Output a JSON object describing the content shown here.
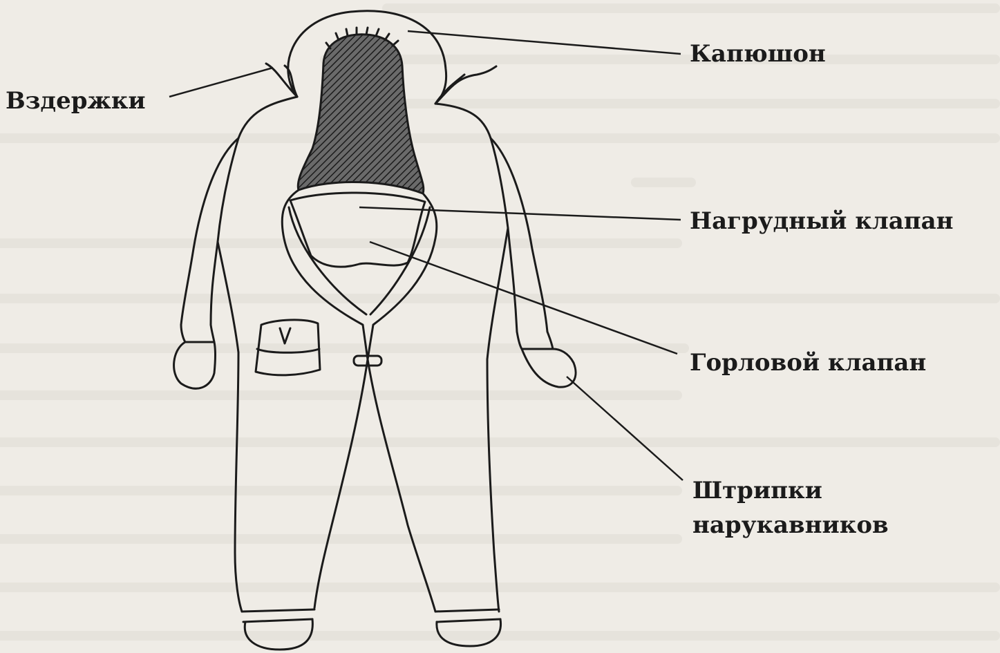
{
  "labels": {
    "hood": "Капюшон",
    "ties": "Вздержки",
    "chest_flap": "Нагрудный клапан",
    "throat_flap": "Горловой клапан",
    "sleeve_straps_line1": "Штрипки",
    "sleeve_straps_line2": "нарукавников"
  },
  "colors": {
    "ink": "#1b1b1b",
    "paper": "#efece6",
    "hood_interior": "#3a3a3a"
  },
  "icons": {
    "figure": "protective-suit-drawing"
  }
}
